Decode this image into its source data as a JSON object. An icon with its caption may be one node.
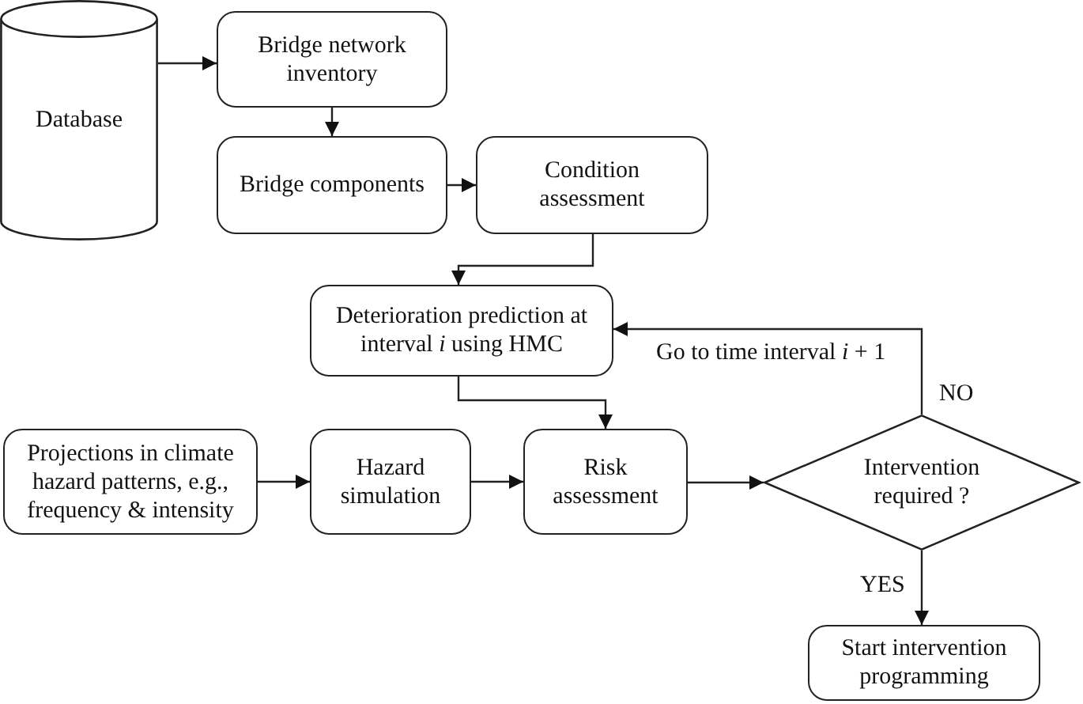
{
  "diagram": {
    "nodes": [
      {
        "text": [
          "Database"
        ]
      },
      {
        "text": [
          "Bridge network inventory"
        ]
      },
      {
        "text": [
          "Bridge components"
        ]
      },
      {
        "text": [
          "Condition assessment"
        ]
      },
      {
        "text": [
          "Deterioration prediction at interval *i* using HMC"
        ]
      },
      {
        "text": [
          "Projections in climate hazard patterns, e.g., frequency & intensity"
        ]
      },
      {
        "text": [
          "Hazard simulation"
        ]
      },
      {
        "text": [
          "Risk assessment"
        ]
      },
      {
        "text": [
          "Intervention required ?"
        ]
      },
      {
        "text": [
          "Start intervention programming"
        ]
      }
    ],
    "edges": [
      {
        "from": 0,
        "to": 1,
        "arrow": "to"
      },
      {
        "from": 1,
        "to": 2,
        "arrow": "to"
      },
      {
        "from": 2,
        "to": 3,
        "arrow": "to"
      },
      {
        "from": 3,
        "to": 4,
        "arrow": "to"
      },
      {
        "from": 4,
        "to": 7,
        "arrow": "to"
      },
      {
        "from": 5,
        "to": 6,
        "arrow": "to"
      },
      {
        "from": 6,
        "to": 7,
        "arrow": "to"
      },
      {
        "from": 7,
        "to": 8,
        "arrow": "to"
      },
      {
        "from": 8,
        "to": 4,
        "arrow": "to",
        "label": "Go to time interval *i* + 1"
      },
      {
        "from": 8,
        "to": 9,
        "arrow": "to",
        "label": "YES"
      }
    ],
    "labels": [
      "NO"
    ]
  }
}
